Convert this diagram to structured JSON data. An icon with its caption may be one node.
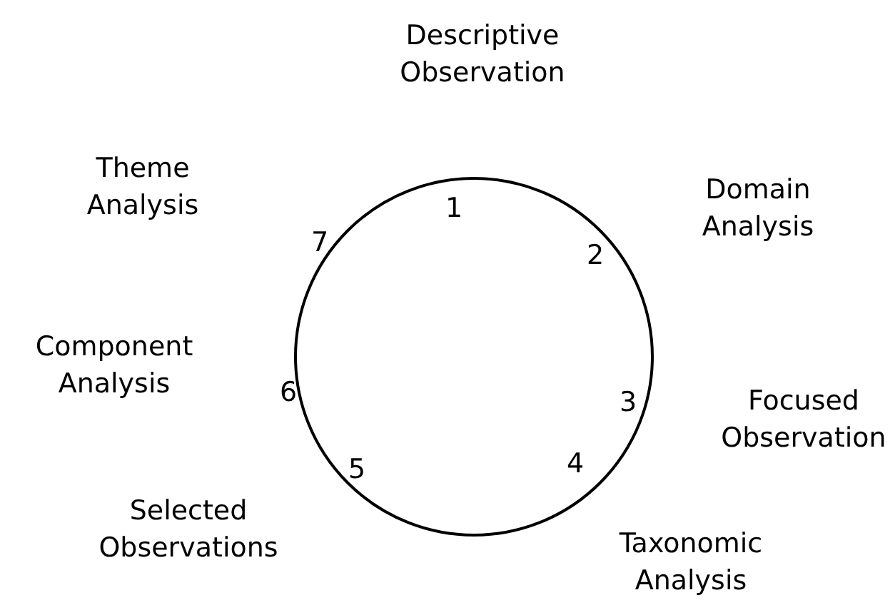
{
  "diagram": {
    "labels": [
      "Descriptive Observation",
      "1",
      "Domain Analysis",
      "2",
      "Focused Observation",
      "3",
      "Taxonomic Analysis",
      "4",
      "Selected Observations",
      "5",
      "Component Analysis",
      "6",
      "Theme Analysis",
      "7"
    ]
  }
}
